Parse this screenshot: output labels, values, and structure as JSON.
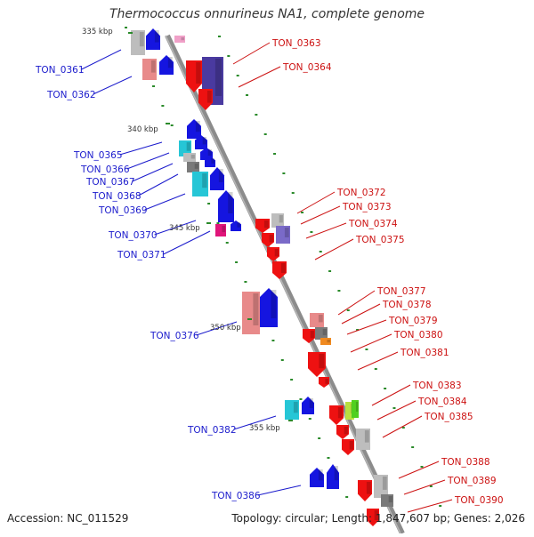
{
  "title": "Thermococcus onnurineus NA1, complete genome",
  "footer": {
    "accession": "Accession: NC_011529",
    "summary": "Topology: circular; Length: 1,847,607 bp; Genes: 2,026"
  },
  "colors": {
    "backbone": "#8c8c8c",
    "left_label": "#1a1acc",
    "right_label": "#cc1111",
    "tick": "#2a8a2a"
  },
  "kbp_ticks": [
    "335 kbp",
    "340 kbp",
    "345 kbp",
    "350 kbp",
    "355 kbp"
  ],
  "left_genes": [
    "TON_0361",
    "TON_0362",
    "TON_0365",
    "TON_0366",
    "TON_0367",
    "TON_0368",
    "TON_0369",
    "TON_0370",
    "TON_0371",
    "TON_0376",
    "TON_0382",
    "TON_0386"
  ],
  "right_genes": [
    "TON_0363",
    "TON_0364",
    "TON_0372",
    "TON_0373",
    "TON_0374",
    "TON_0375",
    "TON_0377",
    "TON_0378",
    "TON_0379",
    "TON_0380",
    "TON_0381",
    "TON_0383",
    "TON_0384",
    "TON_0385",
    "TON_0388",
    "TON_0389",
    "TON_0390"
  ]
}
